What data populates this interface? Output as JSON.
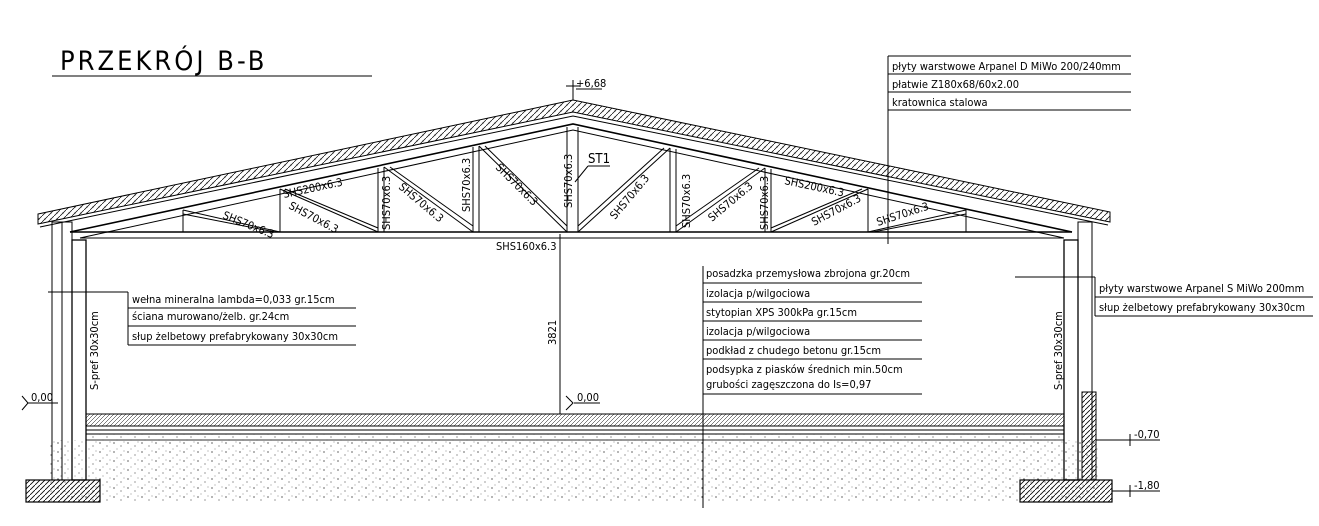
{
  "title": "PRZEKRÓJ B-B",
  "roof_notes": [
    "płyty warstwowe Arpanel D MiWo 200/240mm",
    "płatwie Z180x68/60x2.00",
    "kratownica stalowa"
  ],
  "floor_notes": [
    "posadzka przemysłowa zbrojona gr.20cm",
    "izolacja p/wilgociowa",
    "stytopian XPS 300kPa gr.15cm",
    "izolacja p/wilgociowa",
    "podkład z chudego betonu gr.15cm",
    "podsypka z piasków średnich min.50cm",
    "grubości zagęszczona do Is=0,97"
  ],
  "left_wall_notes": [
    "wełna mineralna lambda=0,033 gr.15cm",
    "ściana murowano/żelb. gr.24cm",
    "słup żelbetowy prefabrykowany 30x30cm"
  ],
  "right_wall_notes": [
    "płyty warstwowe Arpanel S MiWo 200mm",
    "słup żelbetowy prefabrykowany 30x30cm"
  ],
  "members": [
    "SHS70x6.3",
    "SHS200x6.3",
    "SHS70x6.3",
    "SHS70x6.3",
    "SHS70x6.3",
    "SHS70x6.3",
    "SHS70x6.3",
    "SHS70x6.3",
    "SHS70x6.3",
    "SHS70x6.3",
    "SHS70x6.3",
    "SHS70x6.3",
    "SHS200x6.3",
    "SHS70x6.3",
    "SHS70x6.3"
  ],
  "bottom_chord": "SHS160x6.3",
  "detail_mark": "ST1",
  "height_dim": "3821",
  "column_label_left": "S-pref 30x30cm",
  "column_label_right": "S-pref 30x30cm",
  "levels": {
    "ridge": "+6,68",
    "left_floor": "0,00",
    "center_floor": "0,00",
    "footing_top": "-0,70",
    "footing_bottom": "-1,80"
  }
}
